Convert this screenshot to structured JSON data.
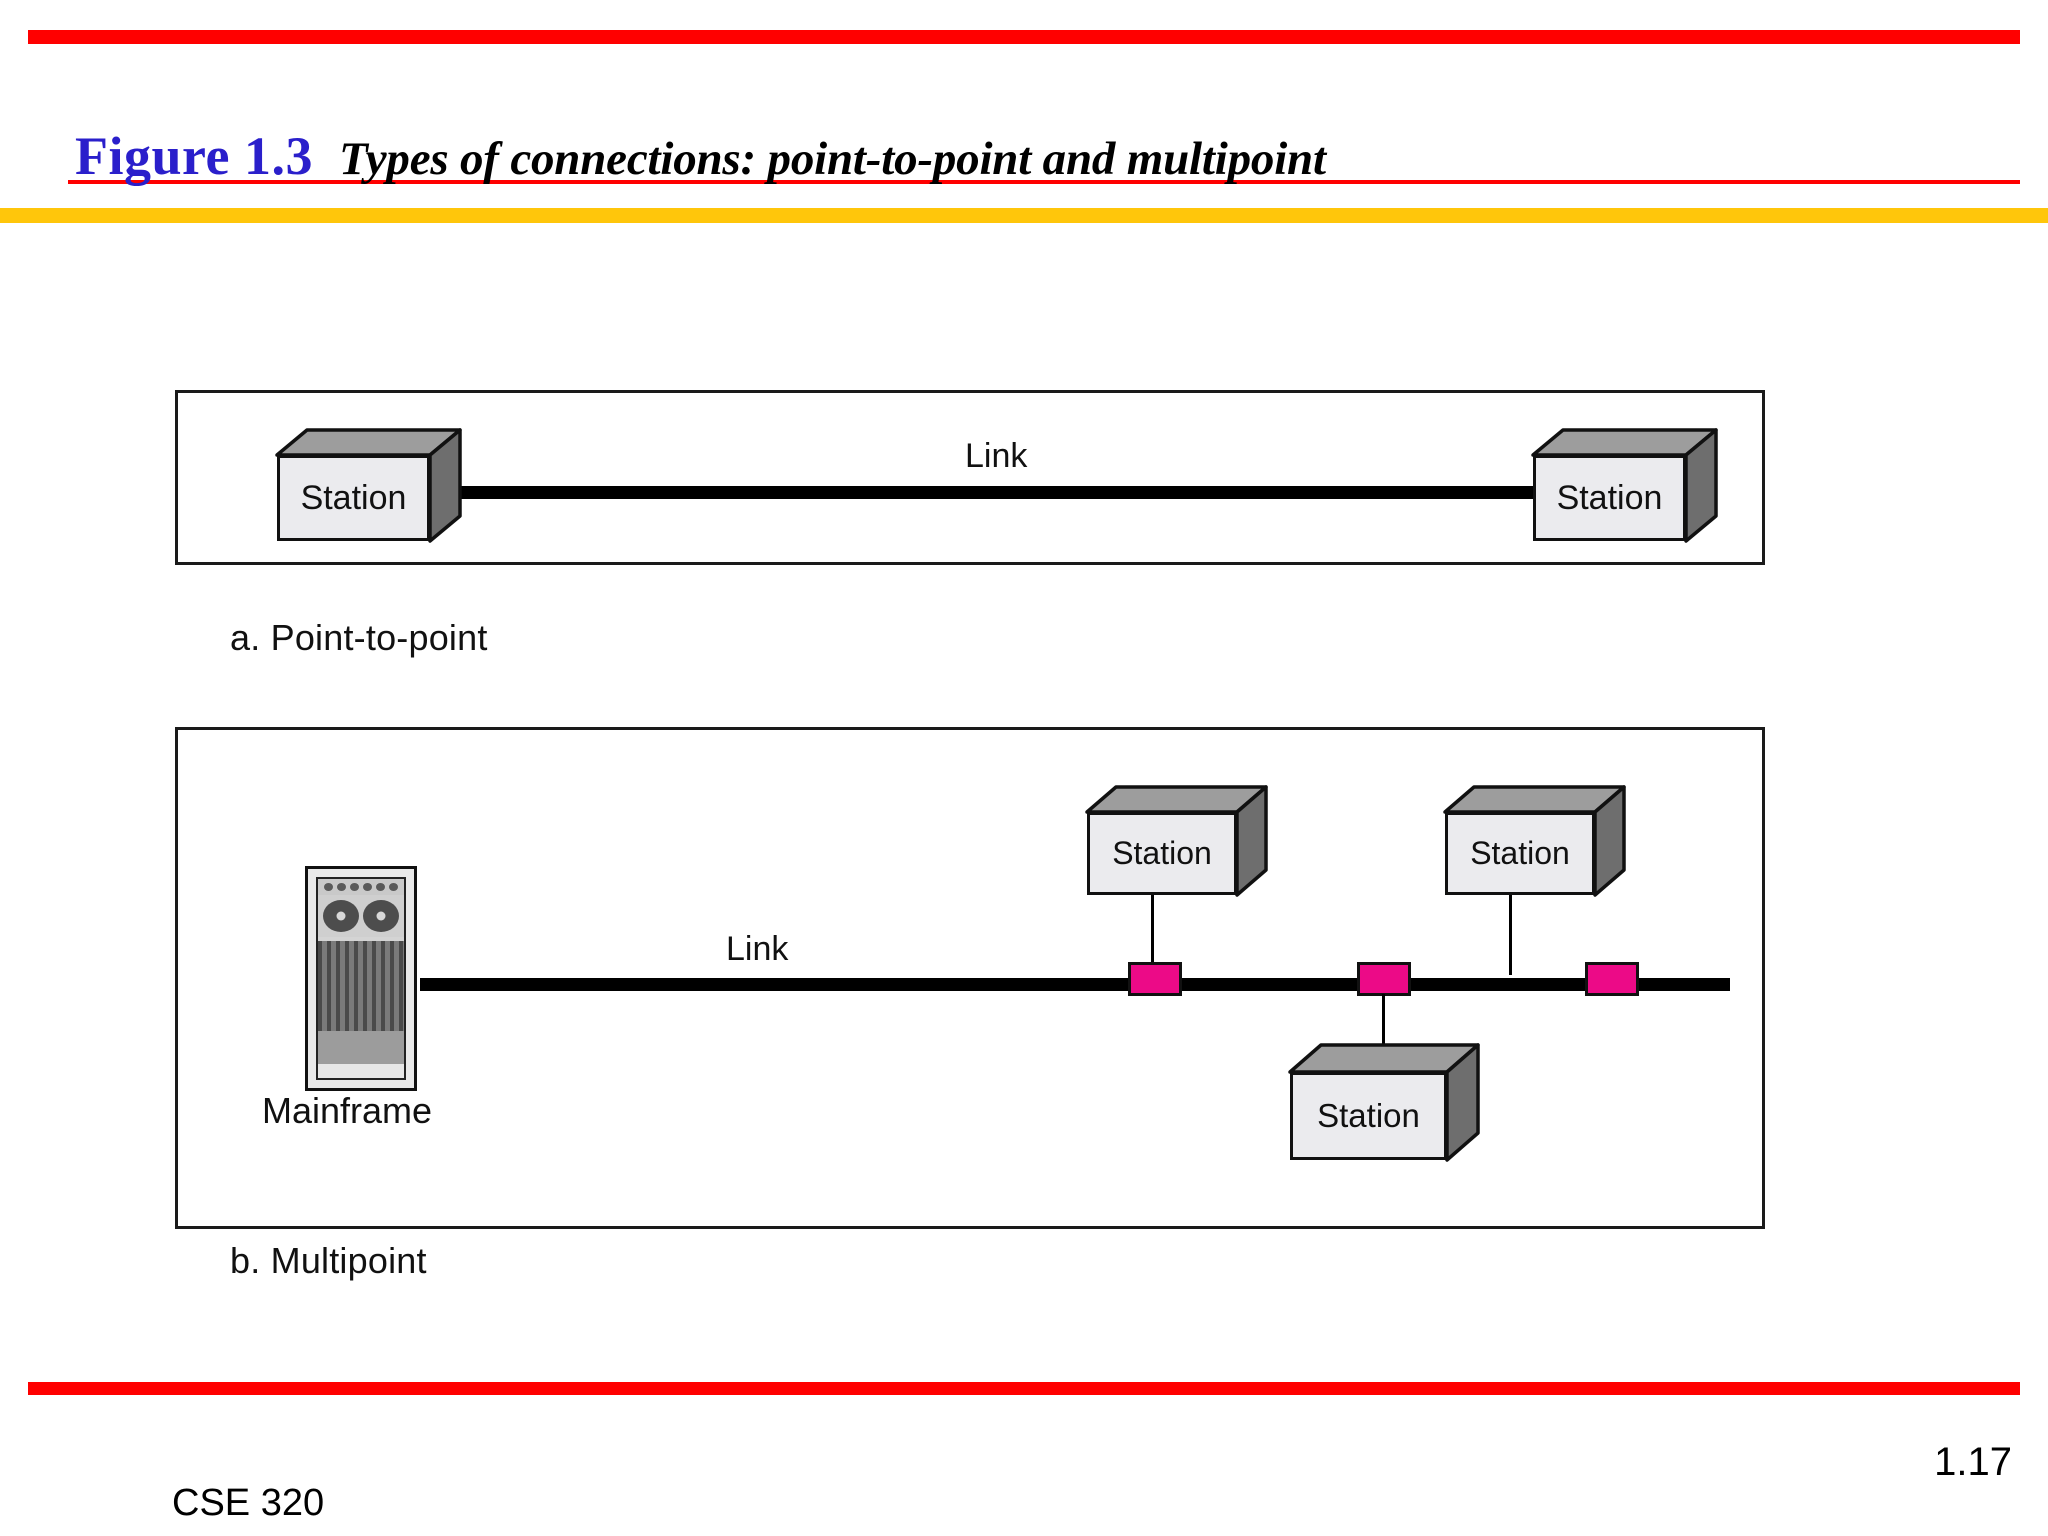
{
  "slide": {
    "figure_number": "Figure 1.3",
    "figure_caption": "Types of connections: point-to-point and multipoint",
    "figure_number_color": "#2A1FCB",
    "rule_color_red": "#FF0000",
    "rule_color_yellow": "#FFC60B",
    "tap_color": "#EC0A87"
  },
  "diagram_a": {
    "label": "a. Point-to-point",
    "link_label": "Link",
    "stations": [
      {
        "label": "Station"
      },
      {
        "label": "Station"
      }
    ]
  },
  "diagram_b": {
    "label": "b. Multipoint",
    "link_label": "Link",
    "mainframe_label": "Mainframe",
    "stations": [
      {
        "label": "Station"
      },
      {
        "label": "Station"
      },
      {
        "label": "Station"
      }
    ]
  },
  "footer": {
    "page_number": "1.17",
    "course_code": "CSE 320"
  }
}
